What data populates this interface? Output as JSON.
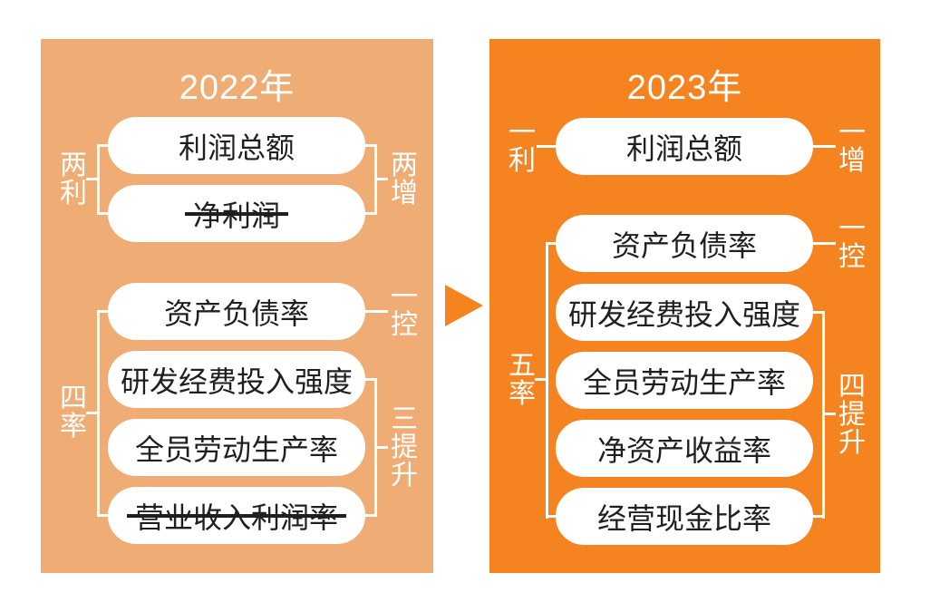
{
  "diagram": {
    "description_colors": {
      "panel_2022_bg": "#F0AC75",
      "panel_2023_bg": "#F5831F",
      "arrow": "#F5831F",
      "box_bg": "#FFFFFF",
      "box_text": "#1F1F1F",
      "bracket_line": "#FFFFFF",
      "title_text": "#FFFFFF"
    },
    "arrow_icon": "right-triangle"
  },
  "panels": [
    {
      "title": "2022年",
      "boxes": [
        {
          "label": "利润总额",
          "struck": false
        },
        {
          "label": "净利润",
          "struck": true
        },
        {
          "label": "资产负债率",
          "struck": false
        },
        {
          "label": "研发经费投入强度",
          "struck": false
        },
        {
          "label": "全员劳动生产率",
          "struck": false
        },
        {
          "label": "营业收入利润率",
          "struck": true
        }
      ],
      "bracket_labels": {
        "left_top": "两利",
        "right_top": "两增",
        "left_bottom": "四率",
        "right_single": "一控",
        "right_bottom": "三提升"
      }
    },
    {
      "title": "2023年",
      "boxes": [
        {
          "label": "利润总额",
          "struck": false
        },
        {
          "label": "资产负债率",
          "struck": false
        },
        {
          "label": "研发经费投入强度",
          "struck": false
        },
        {
          "label": "全员劳动生产率",
          "struck": false
        },
        {
          "label": "净资产收益率",
          "struck": false
        },
        {
          "label": "经营现金比率",
          "struck": false
        }
      ],
      "bracket_labels": {
        "left_single": "一利",
        "right_top": "一增",
        "left_bottom": "五率",
        "right_single": "一控",
        "right_bottom": "四提升"
      }
    }
  ]
}
